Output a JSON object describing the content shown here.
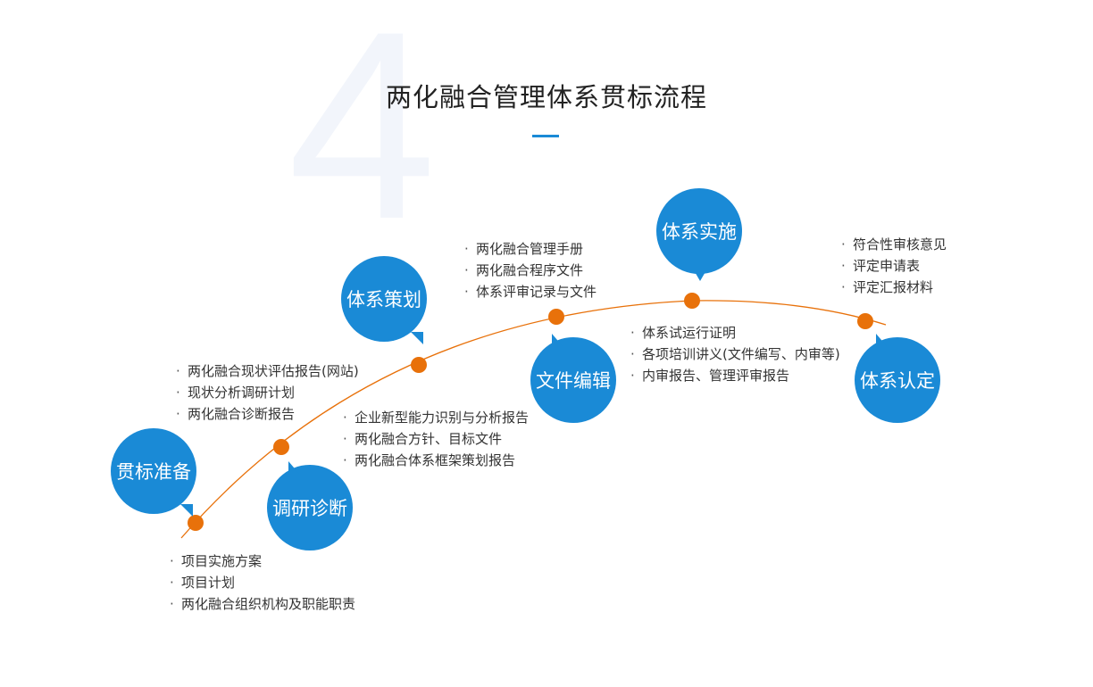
{
  "diagram": {
    "background_numeral": "4",
    "title": "两化融合管理体系贯标流程",
    "colors": {
      "accent_blue": "#1a8ad6",
      "accent_orange": "#e8710a",
      "numeral": "#f2f5fb"
    },
    "stages": [
      {
        "label": "贯标准备",
        "items": [
          "项目实施方案",
          "项目计划",
          "两化融合组织机构及职能职责"
        ]
      },
      {
        "label": "调研诊断",
        "items": [
          "两化融合现状评估报告(网站)",
          "现状分析调研计划",
          "两化融合诊断报告"
        ]
      },
      {
        "label": "体系策划",
        "items": [
          "企业新型能力识别与分析报告",
          "两化融合方针、目标文件",
          "两化融合体系框架策划报告"
        ]
      },
      {
        "label": "文件编辑",
        "items": [
          "两化融合管理手册",
          "两化融合程序文件",
          "体系评审记录与文件"
        ]
      },
      {
        "label": "体系实施",
        "items": [
          "体系试运行证明",
          "各项培训讲义(文件编写、内审等)",
          "内审报告、管理评审报告"
        ]
      },
      {
        "label": "体系认定",
        "items": [
          "符合性审核意见",
          "评定申请表",
          "评定汇报材料"
        ]
      }
    ]
  }
}
